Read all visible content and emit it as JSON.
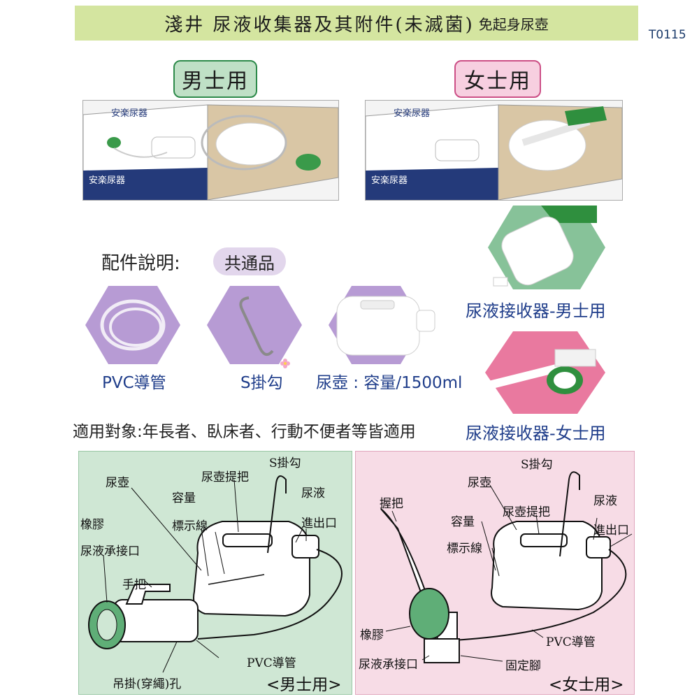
{
  "header": {
    "title": "淺井  尿液收集器及其附件(未滅菌)",
    "subtitle": "免起身尿壺",
    "code": "T0115"
  },
  "tags": {
    "male": "男士用",
    "female": "女士用"
  },
  "box_print": {
    "male_name": "安楽尿器",
    "female_name": "安楽尿器"
  },
  "accessories": {
    "title": "配件說明:",
    "common": "共通品",
    "items": [
      {
        "label": "PVC導管"
      },
      {
        "label": "S掛勾"
      },
      {
        "label": "尿壺 : 容量/1500ml"
      }
    ],
    "receiver_male": "尿液接收器-男士用",
    "receiver_female": "尿液接收器-女士用"
  },
  "usage": "適用對象:年長者、臥床者、行動不便者等皆適用",
  "diagram_male": {
    "labels": [
      "尿壺",
      "尿壺提把",
      "S掛勾",
      "容量",
      "尿液",
      "橡膠",
      "標示線",
      "進出口",
      "尿液承接口",
      "手把",
      "PVC導管",
      "吊掛(穿繩)孔"
    ],
    "footer": "<男士用>"
  },
  "diagram_female": {
    "labels": [
      "S掛勾",
      "尿壺",
      "握把",
      "尿液",
      "容量",
      "尿壺提把",
      "進出口",
      "標示線",
      "橡膠",
      "PVC導管",
      "尿液承接口",
      "固定腳"
    ],
    "footer": "<女士用>"
  },
  "colors": {
    "title_band": "#d4e5a0",
    "male_panel": "#cfe7d4",
    "female_panel": "#f7dce6",
    "hex_purple": "#b79bd4",
    "hex_green": "#5fae77",
    "hex_pink": "#e9799f"
  }
}
